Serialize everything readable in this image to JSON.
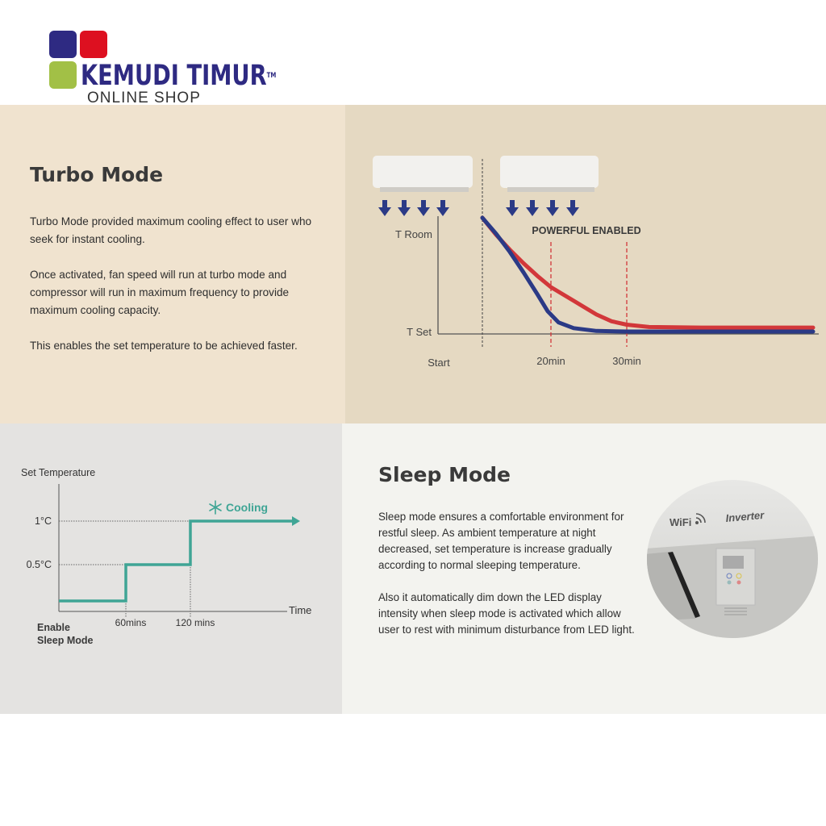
{
  "logo": {
    "brand": "KEMUDI TIMUR",
    "trademark": "TM",
    "subtitle": "ONLINE SHOP",
    "colors": {
      "blue": "#2e2a82",
      "red": "#dd1020",
      "green": "#a2c046"
    }
  },
  "turbo": {
    "title": "Turbo Mode",
    "paragraphs": [
      "Turbo Mode provided maximum cooling effect to user who seek for instant cooling.",
      "Once activated, fan speed will run at turbo mode and compressor will run in maximum frequency to provide maximum cooling capacity.",
      "This enables the set temperature to be achieved faster."
    ]
  },
  "sleep": {
    "title": "Sleep Mode",
    "paragraphs": [
      "Sleep mode ensures a comfortable environment for restful sleep. As ambient temperature at night decreased, set temperature is increase gradually according to normal sleeping temperature.",
      "Also it automatically dim down the LED display intensity when sleep mode is activated which allow user to rest with minimum disturbance from LED light."
    ],
    "photo": {
      "wifi_label": "WiFi",
      "inverter_label": "Inverter"
    }
  },
  "chart_data": [
    {
      "type": "line",
      "title": "",
      "annotation": "POWERFUL ENABLED",
      "ylabel_top": "T Room",
      "ylabel_bottom": "T Set",
      "x_start_label": "Start",
      "x_ticks": [
        {
          "value": 20,
          "label": "20min"
        },
        {
          "value": 30,
          "label": "30min"
        }
      ],
      "xlim": [
        0,
        55
      ],
      "ylim": [
        0,
        1
      ],
      "series": [
        {
          "name": "powerful",
          "color": "#2b3a86",
          "points": [
            [
              0,
              1
            ],
            [
              4,
              0.86
            ],
            [
              8,
              0.7
            ],
            [
              12,
              0.52
            ],
            [
              16,
              0.33
            ],
            [
              19,
              0.18
            ],
            [
              21,
              0.08
            ],
            [
              23,
              0.03
            ],
            [
              26,
              0.005
            ],
            [
              30,
              0
            ],
            [
              55,
              0
            ]
          ]
        },
        {
          "name": "normal",
          "color": "#d2373a",
          "points": [
            [
              0,
              1
            ],
            [
              4,
              0.85
            ],
            [
              8,
              0.72
            ],
            [
              12,
              0.6
            ],
            [
              16,
              0.49
            ],
            [
              20,
              0.39
            ],
            [
              23,
              0.27
            ],
            [
              26,
              0.15
            ],
            [
              28,
              0.09
            ],
            [
              30,
              0.06
            ],
            [
              33,
              0.04
            ],
            [
              40,
              0.035
            ],
            [
              55,
              0.035
            ]
          ]
        }
      ]
    },
    {
      "type": "line",
      "ylabel": "Set Temperature",
      "xlabel": "Time",
      "annotation": "Cooling",
      "start_label_line1": "Enable",
      "start_label_line2": "Sleep Mode",
      "y_ticks": [
        {
          "value": 0.5,
          "label": "0.5°C"
        },
        {
          "value": 1,
          "label": "1°C"
        }
      ],
      "x_ticks": [
        {
          "value": 60,
          "label": "60mins"
        },
        {
          "value": 120,
          "label": "120 mins"
        }
      ],
      "xlim": [
        0,
        215
      ],
      "series": [
        {
          "name": "set-temperature-offset",
          "color": "#3fa595",
          "points": [
            [
              0,
              0
            ],
            [
              60,
              0
            ],
            [
              60,
              0.5
            ],
            [
              120,
              0.5
            ],
            [
              120,
              1
            ],
            [
              215,
              1
            ]
          ]
        }
      ]
    }
  ]
}
